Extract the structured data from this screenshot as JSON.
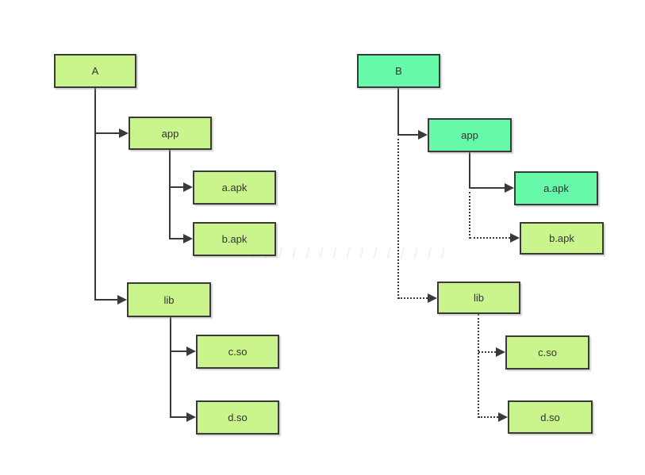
{
  "diagram": {
    "description": "Two directory trees comparing package A and package B",
    "colors": {
      "node_green": "#c9f58c",
      "node_teal": "#66f9aa",
      "node_border": "#3a3a3a",
      "connector": "#3a3a3a",
      "background": "#ffffff"
    },
    "nodes": {
      "left_root": {
        "label": "A",
        "color": "green"
      },
      "left_app": {
        "label": "app",
        "color": "green"
      },
      "left_a_apk": {
        "label": "a.apk",
        "color": "green"
      },
      "left_b_apk": {
        "label": "b.apk",
        "color": "green"
      },
      "left_lib": {
        "label": "lib",
        "color": "green"
      },
      "left_c_so": {
        "label": "c.so",
        "color": "green"
      },
      "left_d_so": {
        "label": "d.so",
        "color": "green"
      },
      "right_root": {
        "label": "B",
        "color": "teal"
      },
      "right_app": {
        "label": "app",
        "color": "teal"
      },
      "right_a_apk": {
        "label": "a.apk",
        "color": "teal"
      },
      "right_b_apk": {
        "label": "b.apk",
        "color": "green"
      },
      "right_lib": {
        "label": "lib",
        "color": "green"
      },
      "right_c_so": {
        "label": "c.so",
        "color": "green"
      },
      "right_d_so": {
        "label": "d.so",
        "color": "green"
      }
    },
    "edges": [
      {
        "tree": "left",
        "from": "A",
        "to": "app",
        "style": "solid"
      },
      {
        "tree": "left",
        "from": "app",
        "to": "a.apk",
        "style": "solid"
      },
      {
        "tree": "left",
        "from": "app",
        "to": "b.apk",
        "style": "solid"
      },
      {
        "tree": "left",
        "from": "A",
        "to": "lib",
        "style": "solid"
      },
      {
        "tree": "left",
        "from": "lib",
        "to": "c.so",
        "style": "solid"
      },
      {
        "tree": "left",
        "from": "lib",
        "to": "d.so",
        "style": "solid"
      },
      {
        "tree": "right",
        "from": "B",
        "to": "app",
        "style": "solid"
      },
      {
        "tree": "right",
        "from": "app",
        "to": "a.apk",
        "style": "solid"
      },
      {
        "tree": "right",
        "from": "app",
        "to": "b.apk",
        "style": "dotted"
      },
      {
        "tree": "right",
        "from": "B",
        "to": "lib",
        "style": "dotted"
      },
      {
        "tree": "right",
        "from": "lib",
        "to": "c.so",
        "style": "dotted"
      },
      {
        "tree": "right",
        "from": "lib",
        "to": "d.so",
        "style": "dotted"
      }
    ]
  }
}
